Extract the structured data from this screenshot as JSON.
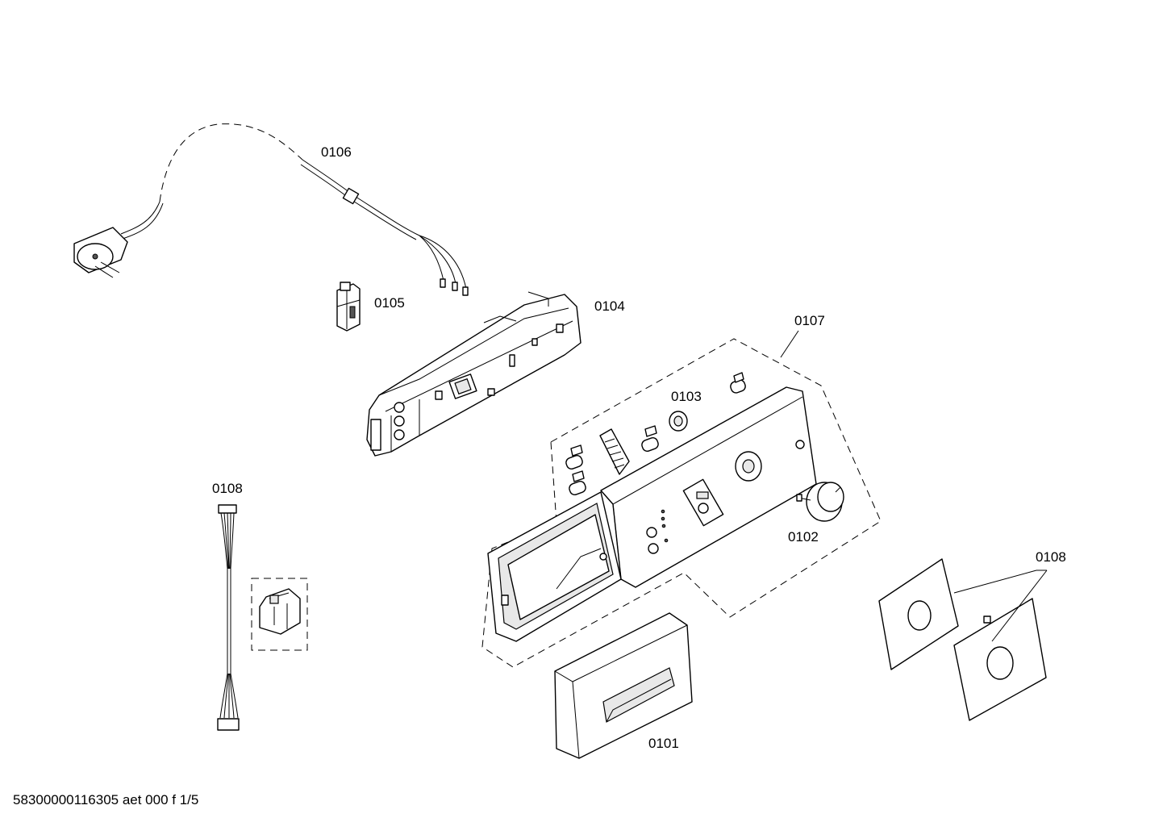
{
  "labels": {
    "p0106": "0106",
    "p0105": "0105",
    "p0104": "0104",
    "p0107": "0107",
    "p0103": "0103",
    "p0108_left": "0108",
    "p0102": "0102",
    "p0108_right": "0108",
    "p0101": "0101"
  },
  "footer": {
    "doc_id": "58300000116305 aet 000 f 1/5"
  }
}
